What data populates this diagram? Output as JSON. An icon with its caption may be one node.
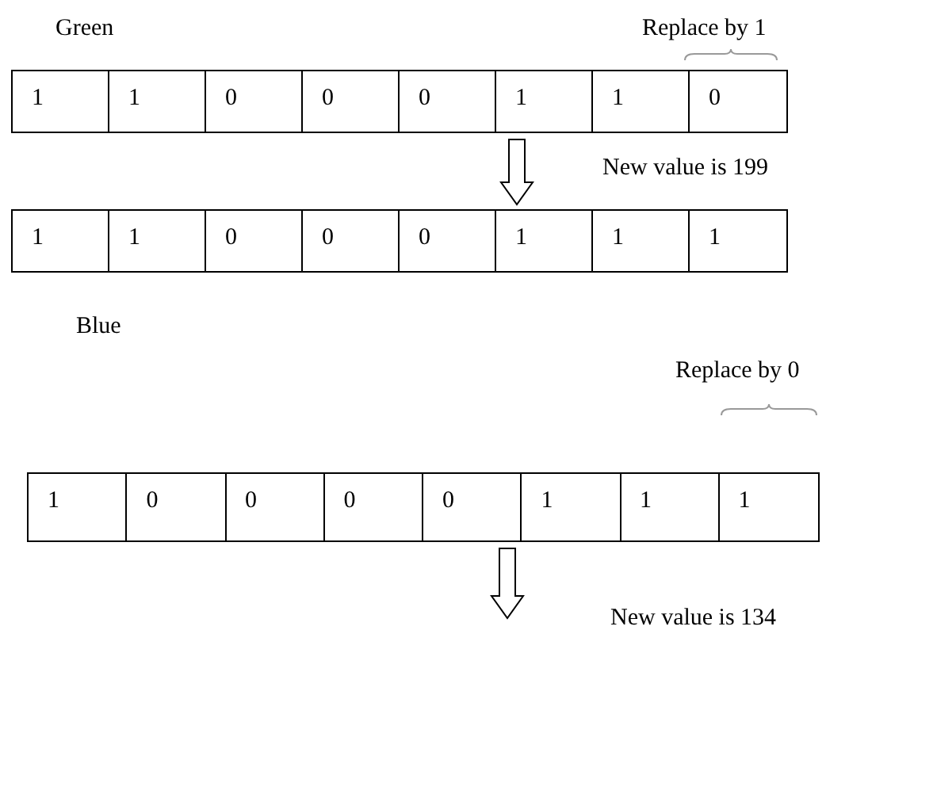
{
  "diagram": {
    "nodes": [
      {
        "text": [],
        "shape": "box"
      },
      {
        "text": [
          "1"
        ],
        "in": 0
      },
      {
        "text": [
          "1"
        ],
        "in": 0
      },
      {
        "text": [
          "0"
        ],
        "in": 0
      },
      {
        "text": [
          "0"
        ],
        "in": 0
      },
      {
        "text": [
          "0"
        ],
        "in": 0
      },
      {
        "text": [
          "1"
        ],
        "in": 0
      },
      {
        "text": [
          "1"
        ],
        "in": 0
      },
      {
        "text": [
          "0"
        ],
        "in": 0
      },
      {
        "text": [],
        "shape": "box"
      },
      {
        "text": [
          "1"
        ],
        "in": 9
      },
      {
        "text": [
          "1"
        ],
        "in": 9
      },
      {
        "text": [
          "0"
        ],
        "in": 9
      },
      {
        "text": [
          "0"
        ],
        "in": 9
      },
      {
        "text": [
          "0"
        ],
        "in": 9
      },
      {
        "text": [
          "1"
        ],
        "in": 9
      },
      {
        "text": [
          "1"
        ],
        "in": 9
      },
      {
        "text": [
          "1"
        ],
        "in": 9
      },
      {
        "text": [],
        "shape": "box"
      },
      {
        "text": [
          "1"
        ],
        "in": 18
      },
      {
        "text": [
          "0"
        ],
        "in": 18
      },
      {
        "text": [
          "0"
        ],
        "in": 18
      },
      {
        "text": [
          "0"
        ],
        "in": 18
      },
      {
        "text": [
          "0"
        ],
        "in": 18
      },
      {
        "text": [
          "1"
        ],
        "in": 18
      },
      {
        "text": [
          "1"
        ],
        "in": 18
      },
      {
        "text": [
          "1"
        ],
        "in": 18
      }
    ],
    "edges": [
      {
        "from": 0,
        "to": 9,
        "arrow": "to"
      },
      {
        "from": 18,
        "to": null,
        "arrow": "to"
      }
    ],
    "labels": [
      "Green",
      "Replace by 1",
      "New value is 199",
      "Blue",
      "Replace by 0",
      "New value is 134"
    ]
  }
}
